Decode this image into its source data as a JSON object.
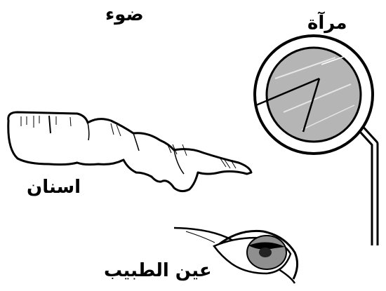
{
  "labels": {
    "light": "ضوء",
    "mirror": "مرآة",
    "teeth": "اسنان",
    "doctor_eye": "عين الطبيب"
  },
  "colors": {
    "ink": "#000000",
    "mirror_glass": "#b5b5b5",
    "iris": "#8f8f8f",
    "background": "#ffffff"
  }
}
